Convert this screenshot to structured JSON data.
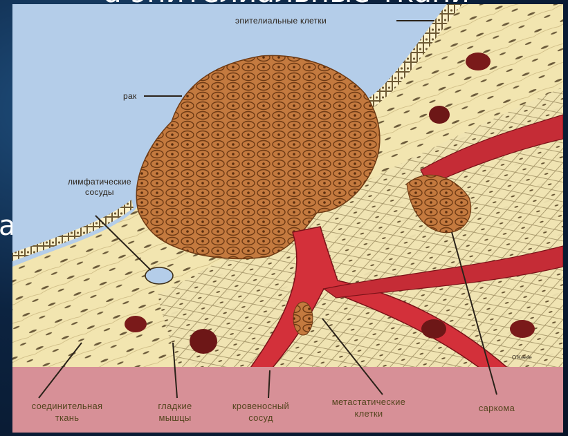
{
  "slide": {
    "title_fragment": "а эпителиальные ткани",
    "left_letter": "а"
  },
  "diagram": {
    "labels": {
      "epithelial": "эпителиальные клетки",
      "cancer": "рак",
      "lymphatic": [
        "лимфатические",
        "сосуды"
      ]
    },
    "bottom_labels": [
      {
        "key": "connective",
        "lines": [
          "соединительная",
          "ткань"
        ]
      },
      {
        "key": "smooth",
        "lines": [
          "гладкие",
          "мышцы"
        ]
      },
      {
        "key": "blood",
        "lines": [
          "кровеносный",
          "сосуд"
        ]
      },
      {
        "key": "metastatic",
        "lines": [
          "метастатические",
          "клетки"
        ]
      },
      {
        "key": "sarcoma",
        "lines": [
          "саркома"
        ]
      }
    ],
    "signature": "O'Keefe"
  },
  "colors": {
    "sky": "#b4cde9",
    "tissue": "#f1e3ad",
    "tumor": "#c47a3f",
    "vessel": "#d3303a",
    "bottom_band": "#d79097"
  }
}
